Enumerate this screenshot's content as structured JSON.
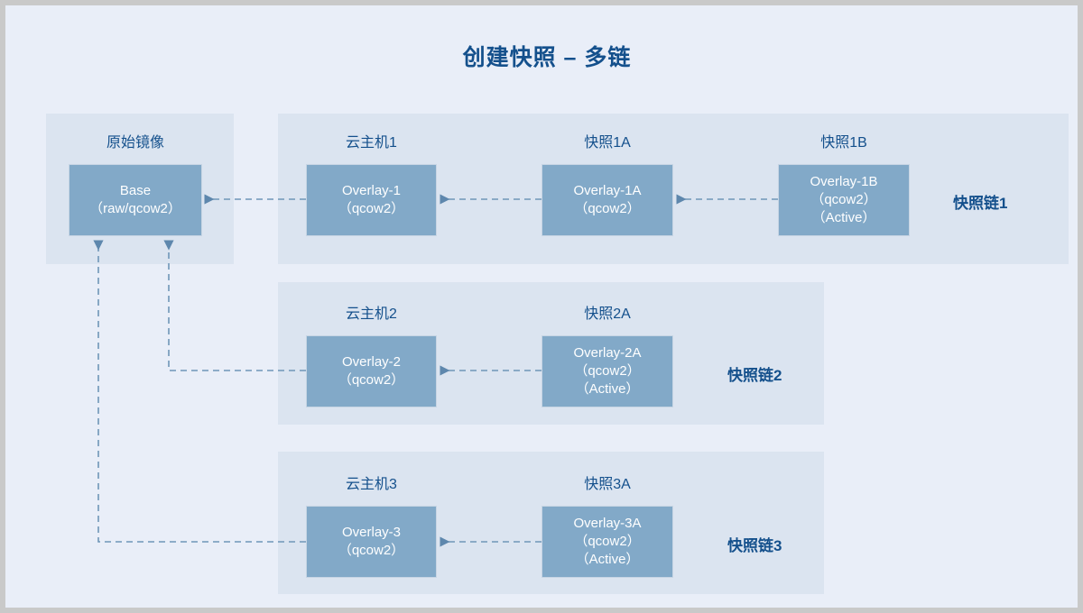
{
  "diagram": {
    "title": "创建快照 – 多链",
    "colors": {
      "page_background": "#e9eef8",
      "panel_background": "#dbe4f0",
      "node_fill": "#82a9c8",
      "text_accent": "#14508c",
      "connector": "#6f96b8",
      "border": "#c9c9c9"
    }
  },
  "origin": {
    "label": "原始镜像",
    "node": {
      "line1": "Base",
      "line2": "（raw/qcow2）"
    }
  },
  "chains": [
    {
      "tag": "快照链1",
      "nodes": [
        {
          "label": "云主机1",
          "line1": "Overlay-1",
          "line2": "（qcow2）",
          "line3": ""
        },
        {
          "label": "快照1A",
          "line1": "Overlay-1A",
          "line2": "（qcow2）",
          "line3": ""
        },
        {
          "label": "快照1B",
          "line1": "Overlay-1B",
          "line2": "（qcow2）",
          "line3": "（Active）"
        }
      ]
    },
    {
      "tag": "快照链2",
      "nodes": [
        {
          "label": "云主机2",
          "line1": "Overlay-2",
          "line2": "（qcow2）",
          "line3": ""
        },
        {
          "label": "快照2A",
          "line1": "Overlay-2A",
          "line2": "（qcow2）",
          "line3": "（Active）"
        }
      ]
    },
    {
      "tag": "快照链3",
      "nodes": [
        {
          "label": "云主机3",
          "line1": "Overlay-3",
          "line2": "（qcow2）",
          "line3": ""
        },
        {
          "label": "快照3A",
          "line1": "Overlay-3A",
          "line2": "（qcow2）",
          "line3": "（Active）"
        }
      ]
    }
  ]
}
